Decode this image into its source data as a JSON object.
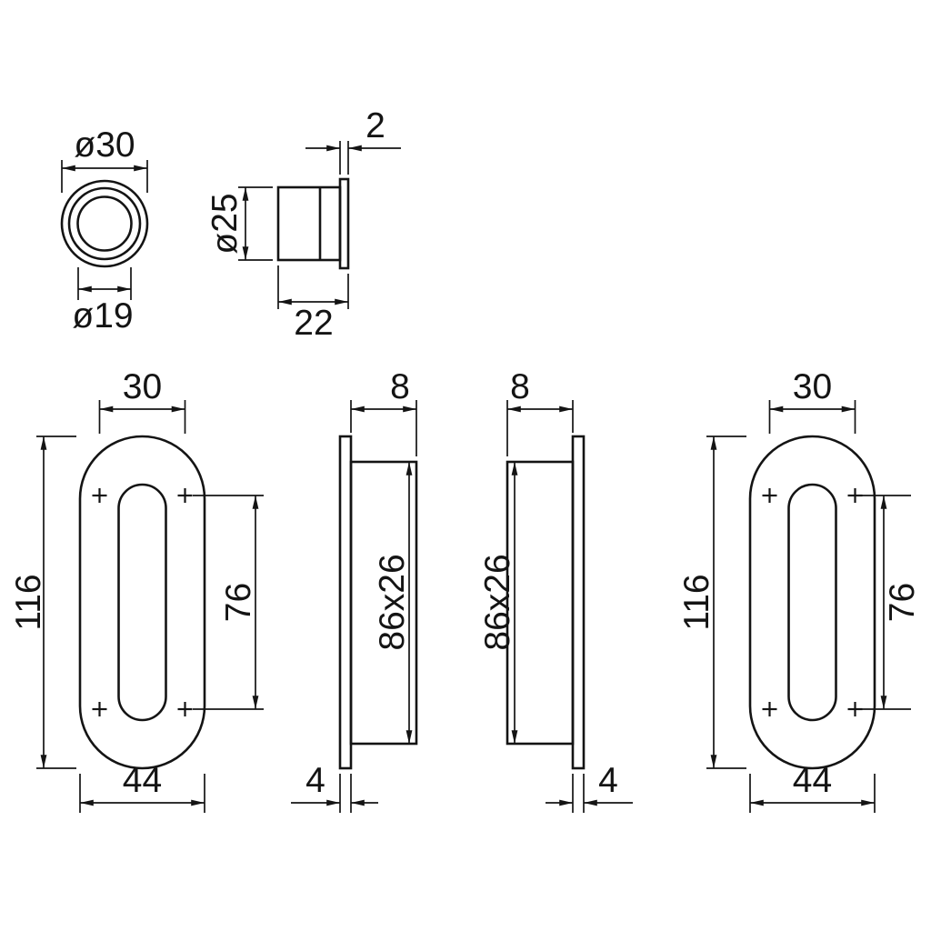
{
  "background": "#ffffff",
  "line_color": "#141414",
  "drawing": {
    "bushing_front": {
      "outer_diameter": "ø30",
      "inner_diameter": "ø19"
    },
    "bushing_side": {
      "flange_thickness": "2",
      "diameter": "ø25",
      "length": "22"
    },
    "pull_front_left": {
      "hole_spacing_width": "30",
      "height": "116",
      "hole_spacing_height": "76",
      "width": "44"
    },
    "pull_side_left": {
      "depth": "8",
      "recess_size": "86x26",
      "flange_thickness": "4"
    },
    "pull_side_right": {
      "depth": "8",
      "recess_size": "86x26",
      "flange_thickness": "4"
    },
    "pull_front_right": {
      "hole_spacing_width": "30",
      "height": "116",
      "hole_spacing_height": "76",
      "width": "44"
    }
  }
}
